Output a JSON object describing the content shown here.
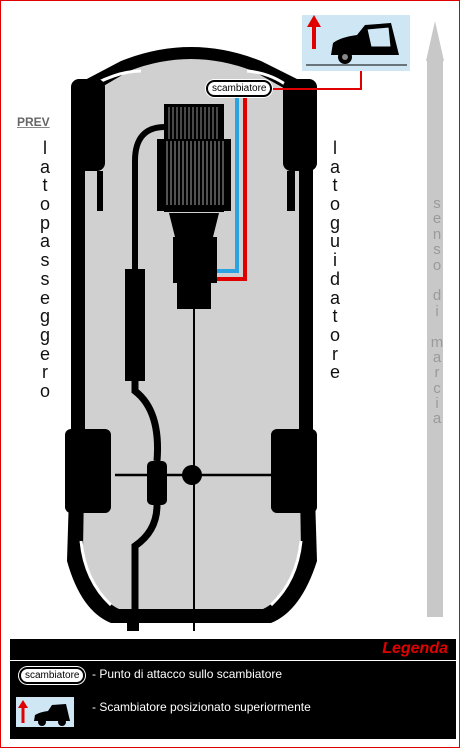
{
  "nav": {
    "prev": "PREV"
  },
  "diagram": {
    "attach_label": "scambiatore",
    "side_left": [
      "l",
      "a",
      "t",
      "o",
      "p",
      "a",
      "s",
      "s",
      "e",
      "g",
      "g",
      "e",
      "r",
      "o"
    ],
    "side_right": [
      "l",
      "a",
      "t",
      "o",
      "g",
      "u",
      "i",
      "d",
      "a",
      "t",
      "o",
      "r",
      "e"
    ],
    "direction": [
      "s",
      "e",
      "n",
      "s",
      "o",
      "",
      "d",
      "i",
      "",
      "m",
      "a",
      "r",
      "c",
      "i",
      "a",
      "",
      ""
    ]
  },
  "legend": {
    "title": "Legenda",
    "pill_label": "scambiatore",
    "item1": "- Punto di attacco sullo scambiatore",
    "item2": "- Scambiatore posizionato superiormente"
  },
  "colors": {
    "accent_red": "#e00000",
    "pipe_blue": "#2aa3e0",
    "car_fill": "#d0d0d0",
    "arrow_gray": "#c8c8c8"
  }
}
